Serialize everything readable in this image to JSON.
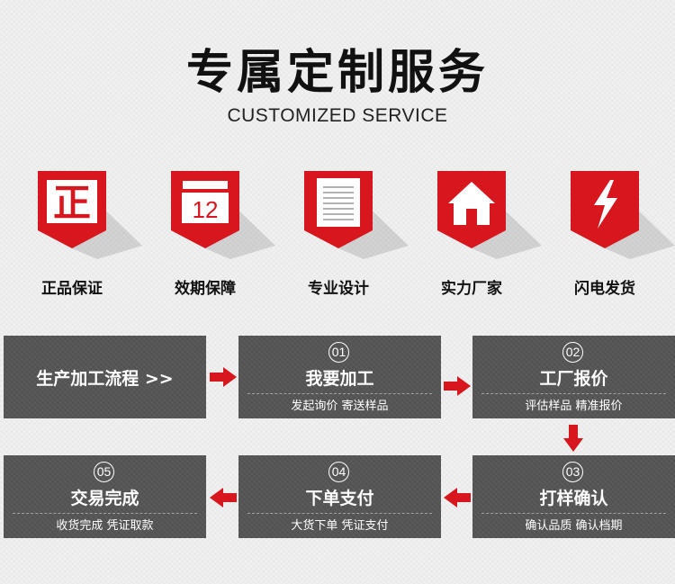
{
  "header": {
    "title": "专属定制服务",
    "subtitle": "CUSTOMIZED SERVICE"
  },
  "features": [
    {
      "label": "正品保证",
      "icon": "zheng-character-icon",
      "glyph": "正"
    },
    {
      "label": "效期保障",
      "icon": "calendar-icon",
      "glyph": "12"
    },
    {
      "label": "专业设计",
      "icon": "document-icon"
    },
    {
      "label": "实力厂家",
      "icon": "house-icon"
    },
    {
      "label": "闪电发货",
      "icon": "lightning-icon"
    }
  ],
  "flow": {
    "start_label": "生产加工流程 >>",
    "steps": [
      {
        "num": "01",
        "title": "我要加工",
        "sub": "发起询价 寄送样品"
      },
      {
        "num": "02",
        "title": "工厂报价",
        "sub": "评估样品 精准报价"
      },
      {
        "num": "03",
        "title": "打样确认",
        "sub": "确认品质 确认档期"
      },
      {
        "num": "04",
        "title": "下单支付",
        "sub": "大货下单 凭证支付"
      },
      {
        "num": "05",
        "title": "交易完成",
        "sub": "收货完成 凭证取款"
      }
    ]
  },
  "colors": {
    "accent_red": "#d7161e",
    "box_gray": "#555555",
    "text_dark": "#111111"
  }
}
